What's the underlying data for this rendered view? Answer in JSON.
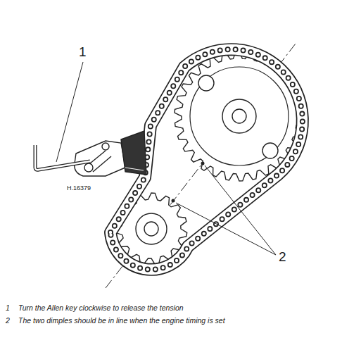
{
  "diagram": {
    "labels": [
      "1",
      "H.16379",
      "2",
      "1",
      "Turn the Allen key clockwise to release the tension",
      "2",
      "The two dimples should be in line when the engine timing is set"
    ]
  }
}
